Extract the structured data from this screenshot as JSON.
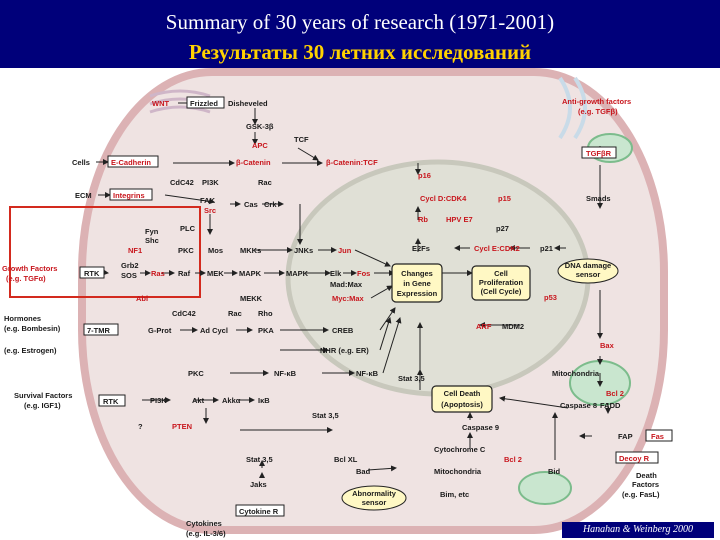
{
  "header": {
    "title_en": "Summary of 30 years of research (1971-2001)",
    "title_ru": "Результаты 30 летних исследований"
  },
  "credit": "Hanahan & Weinberg 2000",
  "colors": {
    "background": "#00007a",
    "title_ru": "#ffd200",
    "cell": "#efe3e2",
    "nucleus": "#e0e0d6",
    "red_label": "#c8161d",
    "highlight_box": "#d32a1e"
  },
  "diagram": {
    "outside": {
      "wnt": "WNT",
      "cells": "Cells",
      "ecm": "ECM",
      "growth_factors": "Growth Factors",
      "growth_factors_eg": "(e.g. TGFα)",
      "hormones": "Hormones",
      "hormones_eg": "(e.g. Bombesin)",
      "estrogen": "(e.g. Estrogen)",
      "survival_factors": "Survival Factors",
      "survival_factors_eg": "(e.g. IGF1)",
      "cytokines": "Cytokines",
      "cytokines_eg": "(e.g. IL-3/6)",
      "anti_growth": "Anti-growth factors",
      "anti_growth_eg": "(e.g. TGFβ)",
      "death_factors": "Death",
      "death_factors_2": "Factors",
      "death_factors_eg": "(e.g. FasL)"
    },
    "receptors": {
      "frizzled": "Frizzled",
      "ecadherin": "E-Cadherin",
      "integrins": "Integrins",
      "rtk1": "RTK",
      "seven_tmr": "7-TMR",
      "rtk2": "RTK",
      "cytokine_r": "Cytokine R",
      "tgfbr": "TGFβR",
      "fas": "Fas",
      "decoy_r": "Decoy R"
    },
    "nodes": {
      "disheveled": "Disheveled",
      "gsk": "GSK-3β",
      "apc": "APC",
      "tcf": "TCF",
      "bcatenin": "β-Catenin",
      "bcatenin_tcf": "β-Catenin:TCF",
      "cdc42": "CdC42",
      "pi3k_top": "PI3K",
      "rac_top": "Rac",
      "fak": "FAK",
      "src": "Src",
      "cas": "Cas",
      "crk": "Crk",
      "fyn": "Fyn",
      "shc": "Shc",
      "nf1": "NF1",
      "plc": "PLC",
      "grb2": "Grb2",
      "sos": "SOS",
      "ras": "Ras",
      "raf": "Raf",
      "pkc_mid": "PKC",
      "mos": "Mos",
      "mkkk": "MKKs",
      "jnks": "JNKs",
      "jun": "Jun",
      "mek": "MEK",
      "mapk1": "MAPK",
      "mapk2": "MAPK",
      "elk": "Elk",
      "fos": "Fos",
      "mad": "Mad:Max",
      "myc": "Myc:Max",
      "mekk": "MEKK",
      "abl": "Abl",
      "cdc42_low": "CdC42",
      "rac_low": "Rac",
      "rho": "Rho",
      "gprot": "G-Prot",
      "adcycl": "Ad Cycl",
      "pka": "PKA",
      "creb": "CREB",
      "nhr": "NHR (e.g. ER)",
      "pkc_low": "PKC",
      "nfkb1": "NF-κB",
      "nfkb2": "NF-κB",
      "pi3k_low": "PI3K",
      "akt": "Akt",
      "akkq": "Akkα",
      "ikb": "IκB",
      "pten": "PTEN",
      "q": "?",
      "stat35_a": "Stat 3,5",
      "stat35_b": "Stat 3,5",
      "stat35_c": "Stat 3,5",
      "jaks": "Jaks",
      "bad": "Bad",
      "bclxl": "Bcl XL",
      "bcl2_a": "Bcl 2",
      "mito1": "Mitochondria",
      "mito2": "Mitochondria",
      "bim": "Bim, etc",
      "cytc": "Cytochrome C",
      "casp9": "Caspase 9",
      "casp8": "Caspase 8",
      "fadd": "FADD",
      "bid": "Bid",
      "bcl2_b": "Bcl 2",
      "bax": "Bax",
      "fap": "FAP",
      "p16": "p16",
      "cycd": "Cycl D:CDK4",
      "p15": "p15",
      "smads": "Smads",
      "rb": "Rb",
      "hpv": "HPV E7",
      "p27": "p27",
      "e2fs": "E2Fs",
      "cyce": "Cycl E:CDK2",
      "p21": "p21",
      "p53": "p53",
      "arf": "ARF",
      "mdm2": "MDM2",
      "dna_damage": "DNA damage",
      "dna_damage_2": "sensor",
      "changes": "Changes",
      "changes_2": "in Gene",
      "changes_3": "Expression",
      "cellprolif": "Cell",
      "cellprolif_2": "Proliferation",
      "cellprolif_3": "(Cell Cycle)",
      "celldeath": "Cell Death",
      "celldeath_2": "(Apoptosis)",
      "abnormality": "Abnormality",
      "abnormality_2": "sensor"
    }
  }
}
